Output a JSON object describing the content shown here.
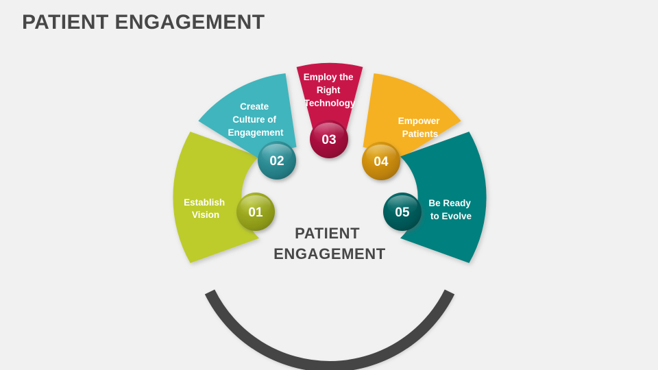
{
  "slide": {
    "background_color": "#f1f1f1",
    "title": "PATIENT ENGAGEMENT",
    "title_color": "#474747"
  },
  "center": {
    "line1": "PATIENT",
    "line2": "ENGAGEMENT",
    "color": "#474747"
  },
  "arc": {
    "color": "#444444",
    "name": "bottom-track-arc"
  },
  "chart_data": {
    "type": "pie",
    "title": "PATIENT ENGAGEMENT",
    "center_label": "PATIENT ENGAGEMENT",
    "layout": "donut-segments-open-bottom",
    "segment_count": 5,
    "categories": [
      "Establish Vision",
      "Create Culture of Engagement",
      "Employ the Right Technology",
      "Empower Patients",
      "Be Ready to Evolve"
    ],
    "values": [
      1,
      1,
      1,
      1,
      1
    ],
    "colors": [
      "#bdcc2b",
      "#3fb5bd",
      "#c91349",
      "#f5b123",
      "#00807e"
    ],
    "badge_labels": [
      "01",
      "02",
      "03",
      "04",
      "05"
    ]
  },
  "steps": [
    {
      "number": "01",
      "label_lines": [
        "Establish",
        "Vision"
      ],
      "label": "Establish Vision",
      "color": "#bdcc2b",
      "badge_color": "#9aa71e",
      "badge_color_light": "#b8c63a"
    },
    {
      "number": "02",
      "label_lines": [
        "Create",
        "Culture of",
        "Engagement"
      ],
      "label": "Create Culture of Engagement",
      "color": "#3fb5bd",
      "badge_color": "#2a8a92",
      "badge_color_light": "#43a2aa"
    },
    {
      "number": "03",
      "label_lines": [
        "Employ the",
        "Right",
        "Technology"
      ],
      "label": "Employ the Right Technology",
      "color": "#c91349",
      "badge_color": "#a50f3c",
      "badge_color_light": "#c01a4d"
    },
    {
      "number": "04",
      "label_lines": [
        "Empower",
        "Patients"
      ],
      "label": "Empower Patients",
      "color": "#f5b123",
      "badge_color": "#cf8f0c",
      "badge_color_light": "#e0a51c"
    },
    {
      "number": "05",
      "label_lines": [
        "Be Ready",
        "to Evolve"
      ],
      "label": "Be Ready to Evolve",
      "color": "#00807e",
      "badge_color": "#00605f",
      "badge_color_light": "#0a7372"
    }
  ]
}
